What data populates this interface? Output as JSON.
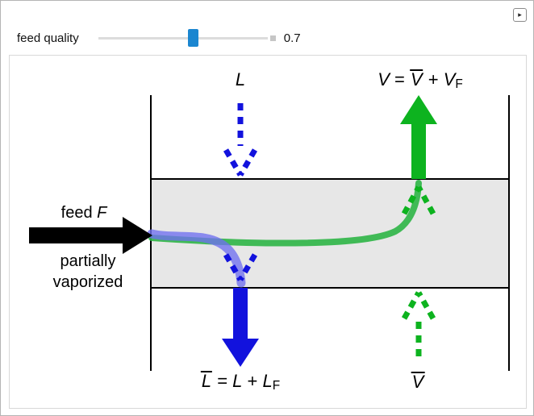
{
  "window": {
    "corner_button_icon": "▸"
  },
  "controls": {
    "feed_quality_label": "feed quality",
    "feed_quality_value": "0.7"
  },
  "diagram": {
    "liquid_in_label": "L",
    "vapor_out": {
      "lhs": "V",
      "eq": " = ",
      "bar_term": "V",
      "plus": " + ",
      "sub_base": "V",
      "sub": "F"
    },
    "liquid_out": {
      "bar_term": "L",
      "eq": " = ",
      "mid": "L",
      "plus": " + ",
      "sub_base": "L",
      "sub": "F"
    },
    "vapor_in_label": "V",
    "feed": {
      "prefix": "feed ",
      "variable": "F",
      "line1": "partially",
      "line2": "vaporized"
    },
    "colors": {
      "liquid_blue": "#1212dd",
      "liquid_ribbon": "#7070f0",
      "vapor_green": "#0db31f",
      "vapor_curve": "#2db546",
      "feed_arrow": "#000000",
      "tray_fill": "#e7e7e7",
      "slider_thumb": "#1b86d0"
    }
  }
}
